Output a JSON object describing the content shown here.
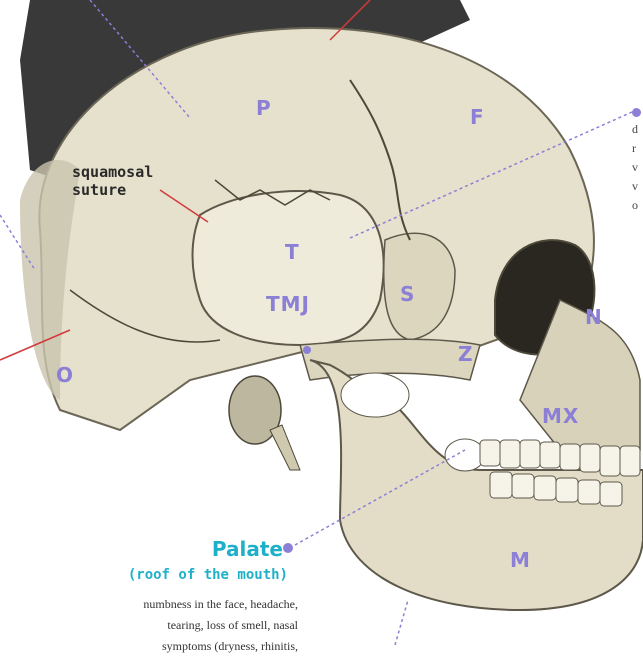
{
  "image": {
    "alt": "Lateral view illustration of a human skull with labeled regions"
  },
  "labels": {
    "parietal": "P",
    "frontal": "F",
    "temporal": "T",
    "tmj": "TMJ",
    "sphenoid": "S",
    "zygomatic": "Z",
    "nasal": "N",
    "occipital": "O",
    "maxilla": "MX",
    "mandible": "M"
  },
  "suture": {
    "line1": "squamosal",
    "line2": "suture"
  },
  "palate": {
    "title": "Palate",
    "subtitle": "(roof of the mouth)",
    "body": [
      "numbness in the face, headache,",
      "tearing, loss of smell, nasal",
      "symptoms (dryness, rhinitis,"
    ]
  },
  "right_note": [
    "d",
    "r",
    "v",
    "v",
    "o"
  ],
  "colors": {
    "label": "#8b7fd6",
    "accent": "#1fb0c9",
    "bone": "#e9e4d0",
    "line": "#d23a3a"
  }
}
